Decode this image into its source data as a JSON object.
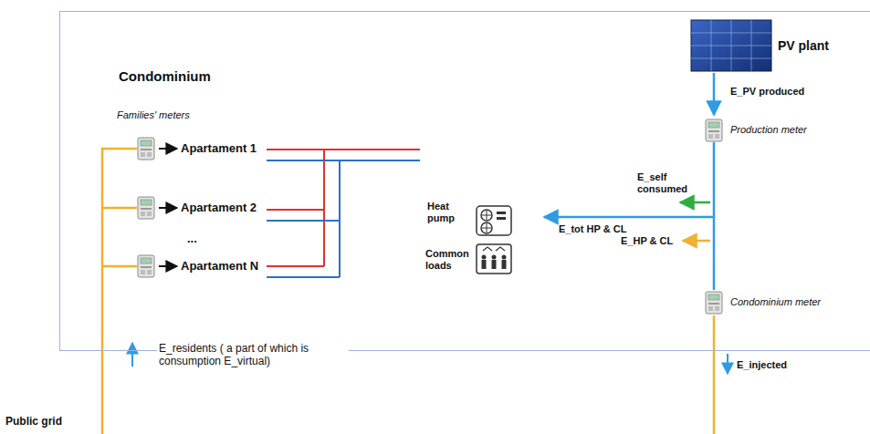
{
  "diagram": {
    "nodes": [
      {
        "text": [
          "Condominium"
        ]
      }
    ],
    "labels": [
      "PV plant",
      "E_PV produced",
      "Production meter",
      "Families' meters",
      "Apartament 1",
      "Apartament 2",
      "...",
      "Apartament N",
      "Heat pump",
      "E_self consumed",
      "E_tot HP & CL",
      "E_HP & CL",
      "Common loads",
      "Condominium meter",
      "E_residents ( a part of which is consumption E_virtual)",
      "E_injected",
      "Public grid"
    ]
  }
}
